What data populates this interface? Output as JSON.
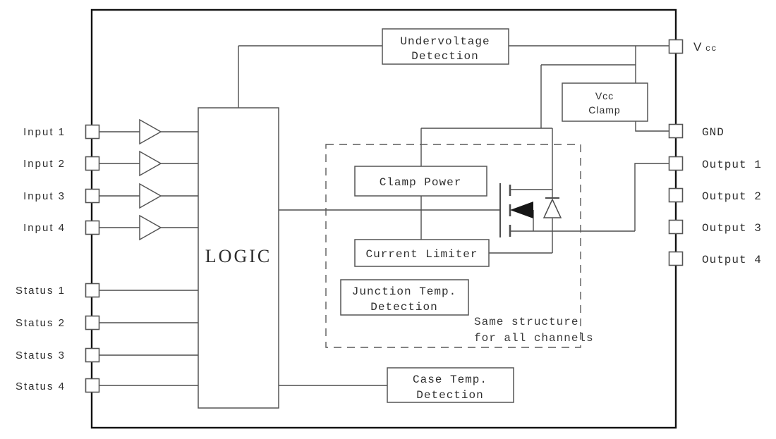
{
  "colors": {
    "background": "#ffffff",
    "outer_border": "#111111",
    "wire": "#4d4d4d",
    "text": "#2e2e2e"
  },
  "blocks": {
    "undervoltage": {
      "line1": "Undervoltage",
      "line2": "Detection"
    },
    "vcc_clamp": {
      "line1": "Vcc",
      "line2": "Clamp"
    },
    "logic": {
      "label": "LOGIC"
    },
    "clamp_power": {
      "label": "Clamp Power"
    },
    "current_limiter": {
      "label": "Current Limiter"
    },
    "junction_temp": {
      "line1": "Junction Temp.",
      "line2": "Detection"
    },
    "case_temp": {
      "line1": "Case Temp.",
      "line2": "Detection"
    }
  },
  "note": {
    "line1": "Same structure",
    "line2": "for all channels"
  },
  "pins": {
    "inputs": [
      {
        "label": "Input 1"
      },
      {
        "label": "Input 2"
      },
      {
        "label": "Input 3"
      },
      {
        "label": "Input 4"
      }
    ],
    "status": [
      {
        "label": "Status 1"
      },
      {
        "label": "Status 2"
      },
      {
        "label": "Status 3"
      },
      {
        "label": "Status 4"
      }
    ],
    "vcc": {
      "label": "V",
      "sub": "cc"
    },
    "gnd": {
      "label": "GND"
    },
    "outputs": [
      {
        "label": "Output 1"
      },
      {
        "label": "Output 2"
      },
      {
        "label": "Output 3"
      },
      {
        "label": "Output 4"
      }
    ]
  }
}
